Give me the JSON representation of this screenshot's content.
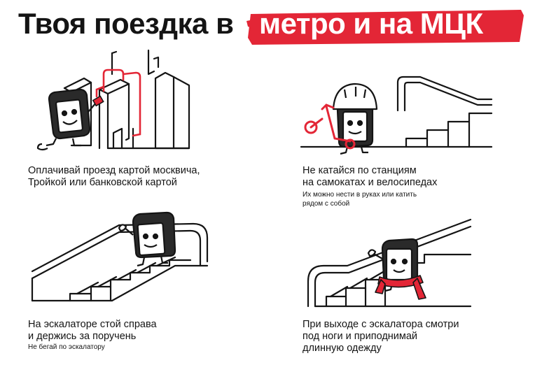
{
  "title": {
    "black_part": "Твоя поездка в",
    "red_part": "метро и на МЦК"
  },
  "colors": {
    "accent_red": "#e32636",
    "ink": "#141414",
    "background": "#ffffff"
  },
  "panels": [
    {
      "caption_lines": [
        "Оплачивай проезд картой москвича,",
        "Тройкой или банковской картой"
      ],
      "sub_lines": []
    },
    {
      "caption_lines": [
        "Не катайся по станциям",
        "на самокатах и велосипедах"
      ],
      "sub_lines": [
        "Их можно нести в руках или катить",
        "рядом с собой"
      ]
    },
    {
      "caption_lines": [
        "На эскалаторе стой справа",
        "и держись за поручень"
      ],
      "sub_lines": [
        "Не бегай по эскалатору"
      ]
    },
    {
      "caption_lines": [
        "При выходе с эскалатора смотри",
        "под ноги и приподнимай",
        "длинную одежду"
      ],
      "sub_lines": []
    }
  ]
}
